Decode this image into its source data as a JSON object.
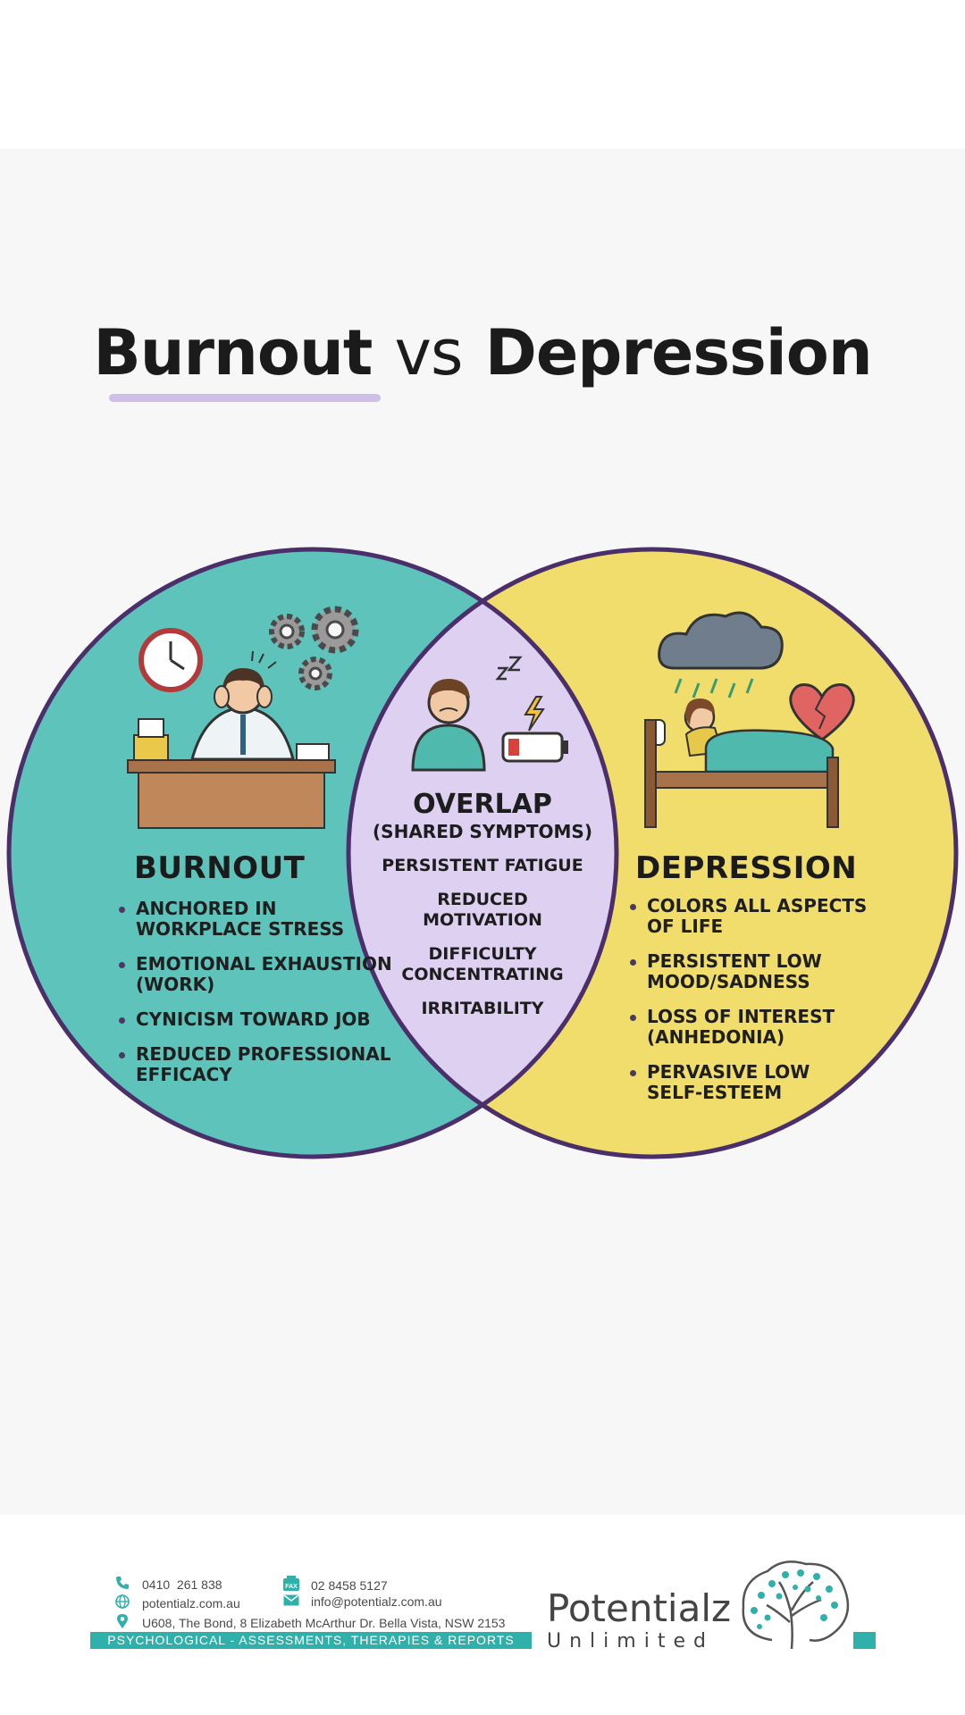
{
  "title": {
    "part1": "Burnout",
    "part2": "vs",
    "part3": "Depression"
  },
  "burnout": {
    "heading": "BURNOUT",
    "items": [
      "ANCHORED IN WORKPLACE STRESS",
      "EMOTIONAL EXHAUSTION (WORK)",
      "CYNICISM TOWARD JOB",
      "REDUCED PROFESSIONAL EFFICACY"
    ]
  },
  "overlap": {
    "heading": "OVERLAP",
    "subheading": "(SHARED SYMPTOMS)",
    "items": [
      "PERSISTENT FATIGUE",
      "REDUCED MOTIVATION",
      "DIFFICULTY CONCENTRATING",
      "IRRITABILITY"
    ]
  },
  "depression": {
    "heading": "DEPRESSION",
    "items": [
      "COLORS ALL ASPECTS OF LIFE",
      "PERSISTENT LOW MOOD/SADNESS",
      "LOSS OF INTEREST (ANHEDONIA)",
      "PERVASIVE LOW SELF-ESTEEM"
    ]
  },
  "footer": {
    "phone": "0410  261 838",
    "fax": "02 8458 5127",
    "fax_badge": "FAX",
    "website": "potentialz.com.au",
    "email": "info@potentialz.com.au",
    "address": "U608, The Bond, 8 Elizabeth McArthur Dr. Bella Vista, NSW 2153",
    "tagline": "PSYCHOLOGICAL - ASSESSMENTS, THERAPIES & REPORTS",
    "brand_name": "Potentialz",
    "brand_sub": "Unlimited"
  },
  "colors": {
    "burnout_circle": "#5ec4bb",
    "depression_circle": "#f1dd6c",
    "overlap": "#ddd0f0",
    "outline": "#4a2f6b",
    "accent_teal": "#2fb0aa",
    "underline": "#cdbfe7"
  },
  "icons": {
    "burnout": [
      "clock-icon",
      "gears-icon",
      "stressed-worker-icon"
    ],
    "overlap": [
      "tired-person-icon",
      "low-battery-icon",
      "sleep-zzz-icon"
    ],
    "depression": [
      "rain-cloud-icon",
      "broken-heart-icon",
      "person-in-bed-icon"
    ],
    "footer": [
      "phone-icon",
      "fax-icon",
      "globe-icon",
      "mail-icon",
      "location-pin-icon",
      "brain-tree-logo-icon"
    ]
  }
}
